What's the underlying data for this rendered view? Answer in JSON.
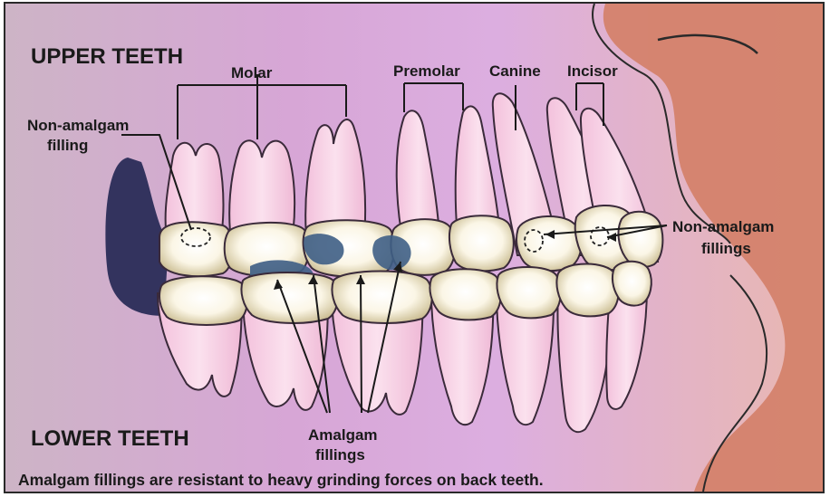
{
  "labels": {
    "upper_teeth": "UPPER TEETH",
    "lower_teeth": "LOWER TEETH",
    "molar": "Molar",
    "premolar": "Premolar",
    "canine": "Canine",
    "incisor": "Incisor",
    "non_amalgam_left_line1": "Non-amalgam",
    "non_amalgam_left_line2": "filling",
    "non_amalgam_right_line1": "Non-amalgam",
    "non_amalgam_right_line2": "fillings",
    "amalgam_line1": "Amalgam",
    "amalgam_line2": "fillings"
  },
  "caption": "Amalgam fillings are resistant to heavy grinding forces on back teeth.",
  "colors": {
    "background_left": "#cdb4c6",
    "background_mid": "#dba8d8",
    "background_right": "#e6b3b0",
    "face": "#d4826c",
    "tooth": "#f6cbe0",
    "crown": "#fdf9ec",
    "crown_shadow": "#c8b994",
    "amalgam": "#3f5f86",
    "dark_filling": "#33335e"
  }
}
